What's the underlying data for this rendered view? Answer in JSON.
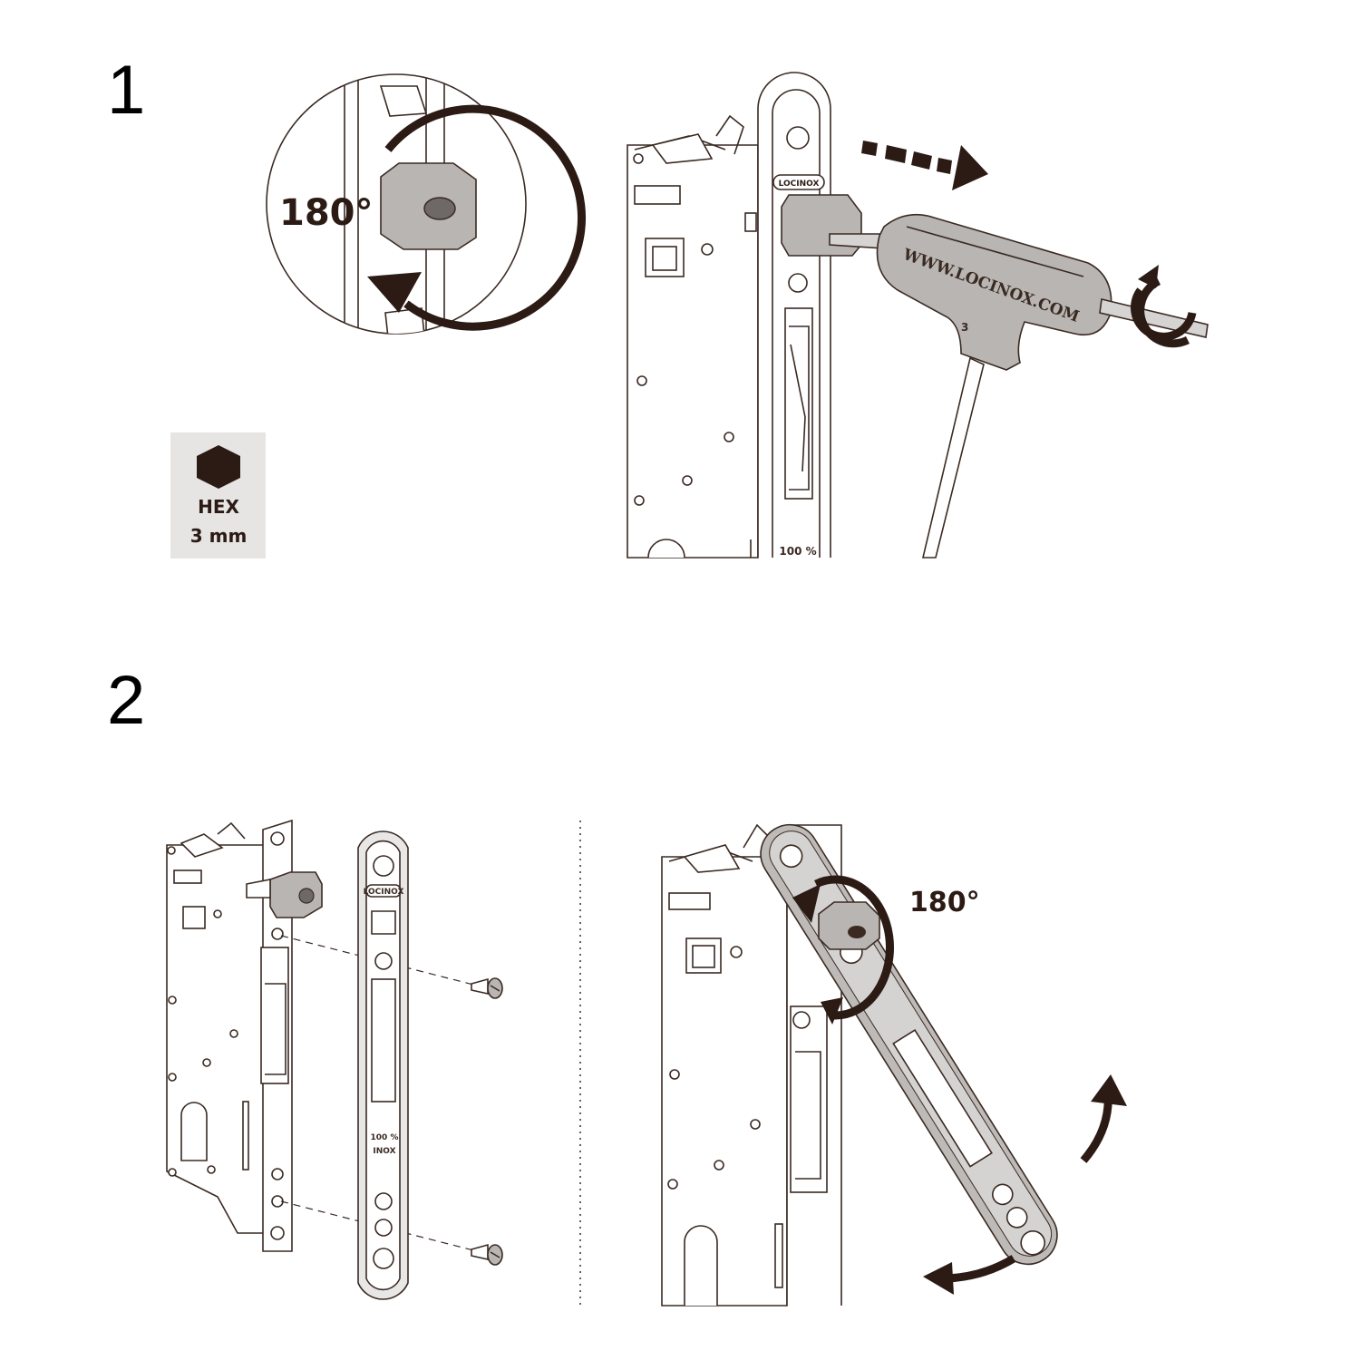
{
  "steps": {
    "step1": {
      "number": "1",
      "rotation": "180°"
    },
    "step2": {
      "number": "2",
      "rotation": "180°"
    }
  },
  "tool_badge": {
    "label": "HEX",
    "size": "3 mm",
    "icon": "hexagon-icon"
  },
  "marks": {
    "brand": "LOCINOX",
    "wrench_url": "WWW.LOCINOX.COM",
    "wrench_size": "3",
    "plate_percent": "100 %",
    "plate_material": "INOX"
  },
  "colors": {
    "ink": "#2b1b14",
    "tool_gray": "#b8b5b3",
    "badge_bg": "#e6e5e4"
  }
}
